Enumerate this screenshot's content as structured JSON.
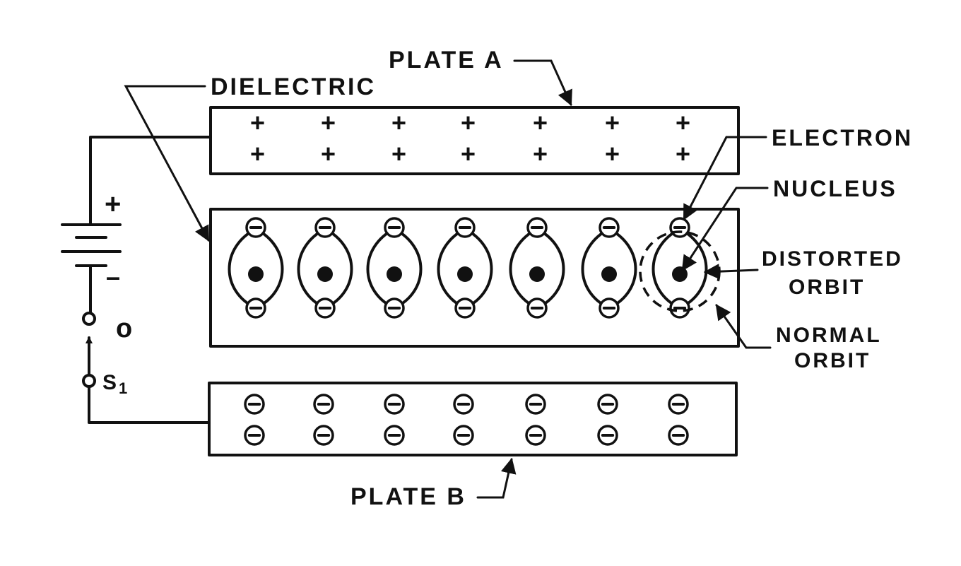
{
  "labels": {
    "plate_a": "PLATE A",
    "plate_b": "PLATE B",
    "dielectric": "DIELECTRIC",
    "electron": "ELECTRON",
    "nucleus": "NUCLEUS",
    "distorted_orbit_line1": "DISTORTED",
    "distorted_orbit_line2": "ORBIT",
    "normal_orbit_line1": "NORMAL",
    "normal_orbit_line2": "ORBIT",
    "battery_plus": "+",
    "battery_minus": "–",
    "switch_open_terminal": "o",
    "switch_name": "S",
    "switch_subscript": "1"
  },
  "plate_a": {
    "charge_symbol": "+",
    "rows": 2,
    "columns": 7
  },
  "plate_b": {
    "charge_symbol": "–",
    "rows": 2,
    "columns": 7
  },
  "dielectric": {
    "atoms": 7,
    "electron_symbol": "–",
    "atom_with_normal_orbit": 7
  },
  "colors": {
    "ink": "#111111",
    "background": "#ffffff"
  }
}
